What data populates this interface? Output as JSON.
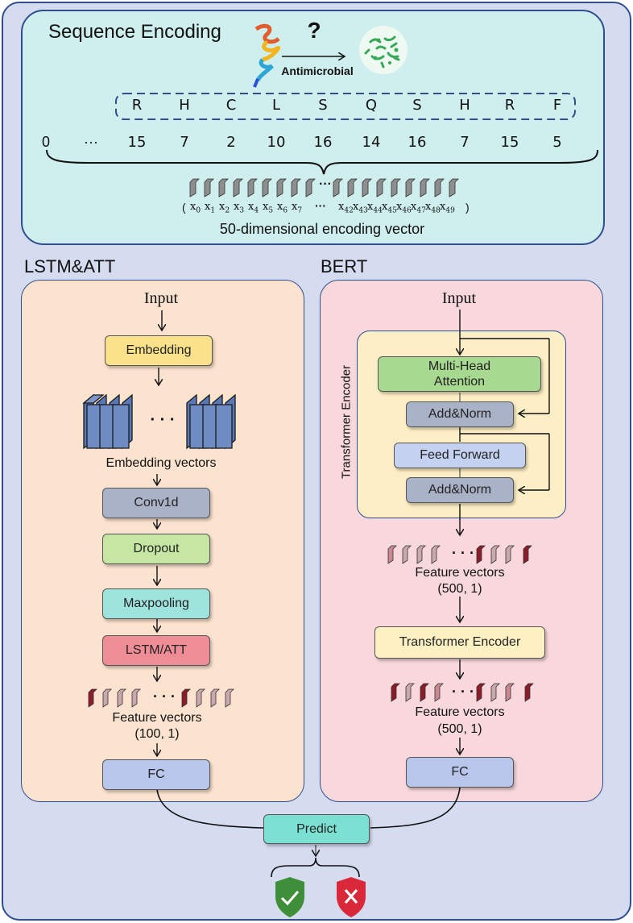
{
  "sequence_encoding": {
    "title": "Sequence Encoding",
    "question_mark": "?",
    "arrow_label": "Antimicrobial",
    "amino_acids": [
      "R",
      "H",
      "C",
      "L",
      "S",
      "Q",
      "S",
      "H",
      "R",
      "F"
    ],
    "leading_indices": [
      "0",
      "···"
    ],
    "indices": [
      "15",
      "7",
      "2",
      "10",
      "16",
      "14",
      "16",
      "7",
      "15",
      "5"
    ],
    "vector_dots": "···",
    "vector_labels": [
      "x",
      "x",
      "x",
      "x",
      "x",
      "x",
      "x",
      "x",
      "x",
      "x",
      "x",
      "x",
      "x",
      "x",
      "x",
      "x"
    ],
    "vector_subscripts": [
      "0",
      "1",
      "2",
      "3",
      "4",
      "5",
      "6",
      "7",
      "42",
      "43",
      "44",
      "45",
      "46",
      "47",
      "48",
      "49"
    ],
    "vector_ellipsis": "···",
    "caption": "50-dimensional encoding vector"
  },
  "lstm": {
    "title": "LSTM&ATT",
    "input_label": "Input",
    "embedding": "Embedding",
    "blocks_dots": "· · ·",
    "embedding_vectors_label": "Embedding vectors",
    "conv": "Conv1d",
    "dropout": "Dropout",
    "maxpooling": "Maxpooling",
    "lstm_att": "LSTM/ATT",
    "feature_dots": "· · ·",
    "feature_label": "Feature vectors",
    "feature_shape": "(100, 1)",
    "fc": "FC"
  },
  "bert": {
    "title": "BERT",
    "input_label": "Input",
    "encoder_side_label": "Transformer Encoder",
    "mha": "Multi-Head Attention",
    "addnorm1": "Add&Norm",
    "feed_forward": "Feed Forward",
    "addnorm2": "Add&Norm",
    "feature_dots1": "· · ·",
    "feature_label1": "Feature vectors",
    "feature_shape1": "(500, 1)",
    "transformer_encoder": "Transformer Encoder",
    "feature_dots2": "· · ·",
    "feature_label2": "Feature vectors",
    "feature_shape2": "(500, 1)",
    "fc": "FC"
  },
  "predict": "Predict",
  "outcomes": [
    "check-shield-icon",
    "cross-shield-icon"
  ],
  "colors": {
    "outer_bg": "#d6dcef",
    "outer_border": "#2f4f8f",
    "seq_bg": "#cfeeee",
    "lstm_bg": "#fce3cf",
    "bert_bg": "#f8d8dc",
    "encoder_bg": "#fdefc5",
    "embedding": "#fbe18a",
    "gray_box": "#a9b2c6",
    "dropout": "#c6e6a4",
    "maxpool": "#9fe3dd",
    "lstm_att": "#ef8d96",
    "fc": "#b9c6ec",
    "mha": "#a8d990",
    "feedforward": "#c5d1f0",
    "transformer": "#fdf1c4",
    "predict": "#7be0d2",
    "check": "#3f8f3a",
    "cross": "#d9283a"
  }
}
